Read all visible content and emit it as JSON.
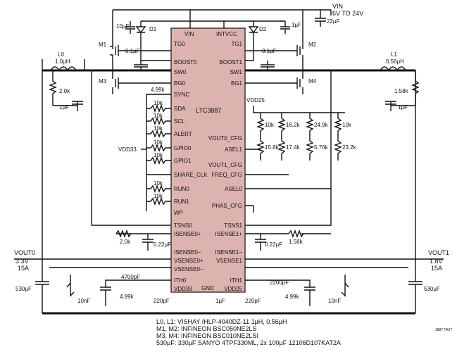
{
  "chip": {
    "name": "LTC3887",
    "fill": "#ddb3b0",
    "pins_left": [
      "TG0",
      "BOOST0",
      "SW0",
      "BG0",
      "SYNC",
      "SDA",
      "SCL",
      "ALERT",
      "GPIO0",
      "GPIO1",
      "SHARE_CLK",
      "RUN0",
      "RUN1",
      "WP",
      "TSNS0",
      "ISENSE0+",
      "ISENSE0−",
      "VSENSE0+",
      "VSENSE0−",
      "ITH0",
      "VDD33"
    ],
    "pins_right": [
      "TG1",
      "BOOST1",
      "SW1",
      "BG1",
      "VOUT0_CFG",
      "ASEL1",
      "VOUT1_CFG",
      "FREQ_CFG",
      "ASEL0",
      "PHAS_CFG",
      "TSNS1",
      "ISENSE1+",
      "ISENSE1−",
      "VSENSE1",
      "ITH1",
      "VDD25"
    ],
    "pins_top": [
      "VIN",
      "INTVCC"
    ],
    "pins_bottom": [
      "GND"
    ]
  },
  "supply": {
    "vin_label": "VIN",
    "vin_range": "6V TO 24V",
    "vin_cap": "22µF"
  },
  "outputs": {
    "vout0": {
      "name": "VOUT0",
      "voltage": "3.3V",
      "current": "15A"
    },
    "vout1": {
      "name": "VOUT1",
      "voltage": "1.8V",
      "current": "15A"
    }
  },
  "labels": {
    "m1": "M1",
    "m2": "M2",
    "m3": "M3",
    "m4": "M4",
    "d1": "D1",
    "d2": "D2",
    "l0": "L0",
    "l0_val": "1.0µH",
    "l1": "L1",
    "l1_val": "0.56µH",
    "c_10u": "10µF",
    "c_1u_top": "1µF",
    "c_01u_left": "0.1µF",
    "c_01u_right": "0.1µF",
    "r_2k_l": "2.0k",
    "c_1u_l": "1µF",
    "r_158k_r": "1.58k",
    "c_1u_r": "1µF",
    "r_499k": "4.99k",
    "r_10k": "10k",
    "vdd33": "VDD33",
    "vdd25": "VDD25",
    "r_10k_a": "10k",
    "r_162k": "16.2k",
    "r_249k": "24.9k",
    "r_10k_b": "10k",
    "r_158k": "15.8k",
    "r_174k": "17.4k",
    "r_576k": "5.76k",
    "r_232k": "23.2k",
    "r_20k_sense": "2.0k",
    "c_022u_l": "0.22µF",
    "c_022u_r": "0.22µF",
    "r_158k_sense": "1.58k",
    "c_4700p": "4700pF",
    "r_499k_ith0": "4.99k",
    "c_10n_l": "10nF",
    "c_220p_l": "220pF",
    "c_1u_vdd": "1µF",
    "c_220p_r": "220pF",
    "c_2200p": "2200pF",
    "r_499k_ith1": "4.99k",
    "c_10n_r": "10nF",
    "c_530u_l": "530µF",
    "c_530u_r": "530µF"
  },
  "notes": [
    "L0, L1: VISHAY IHLP-4040DZ-11 1µH, 0.56µH",
    "M1, M2: INFINEON BSC050NE2LS",
    "M3, M4: INFINEON BSC010NE2LSI",
    "530µF: 330µF SANYO 4TPF330ML, 2x 100µF 12106D107KAT2A"
  ],
  "figure_id": "3887 TA07"
}
